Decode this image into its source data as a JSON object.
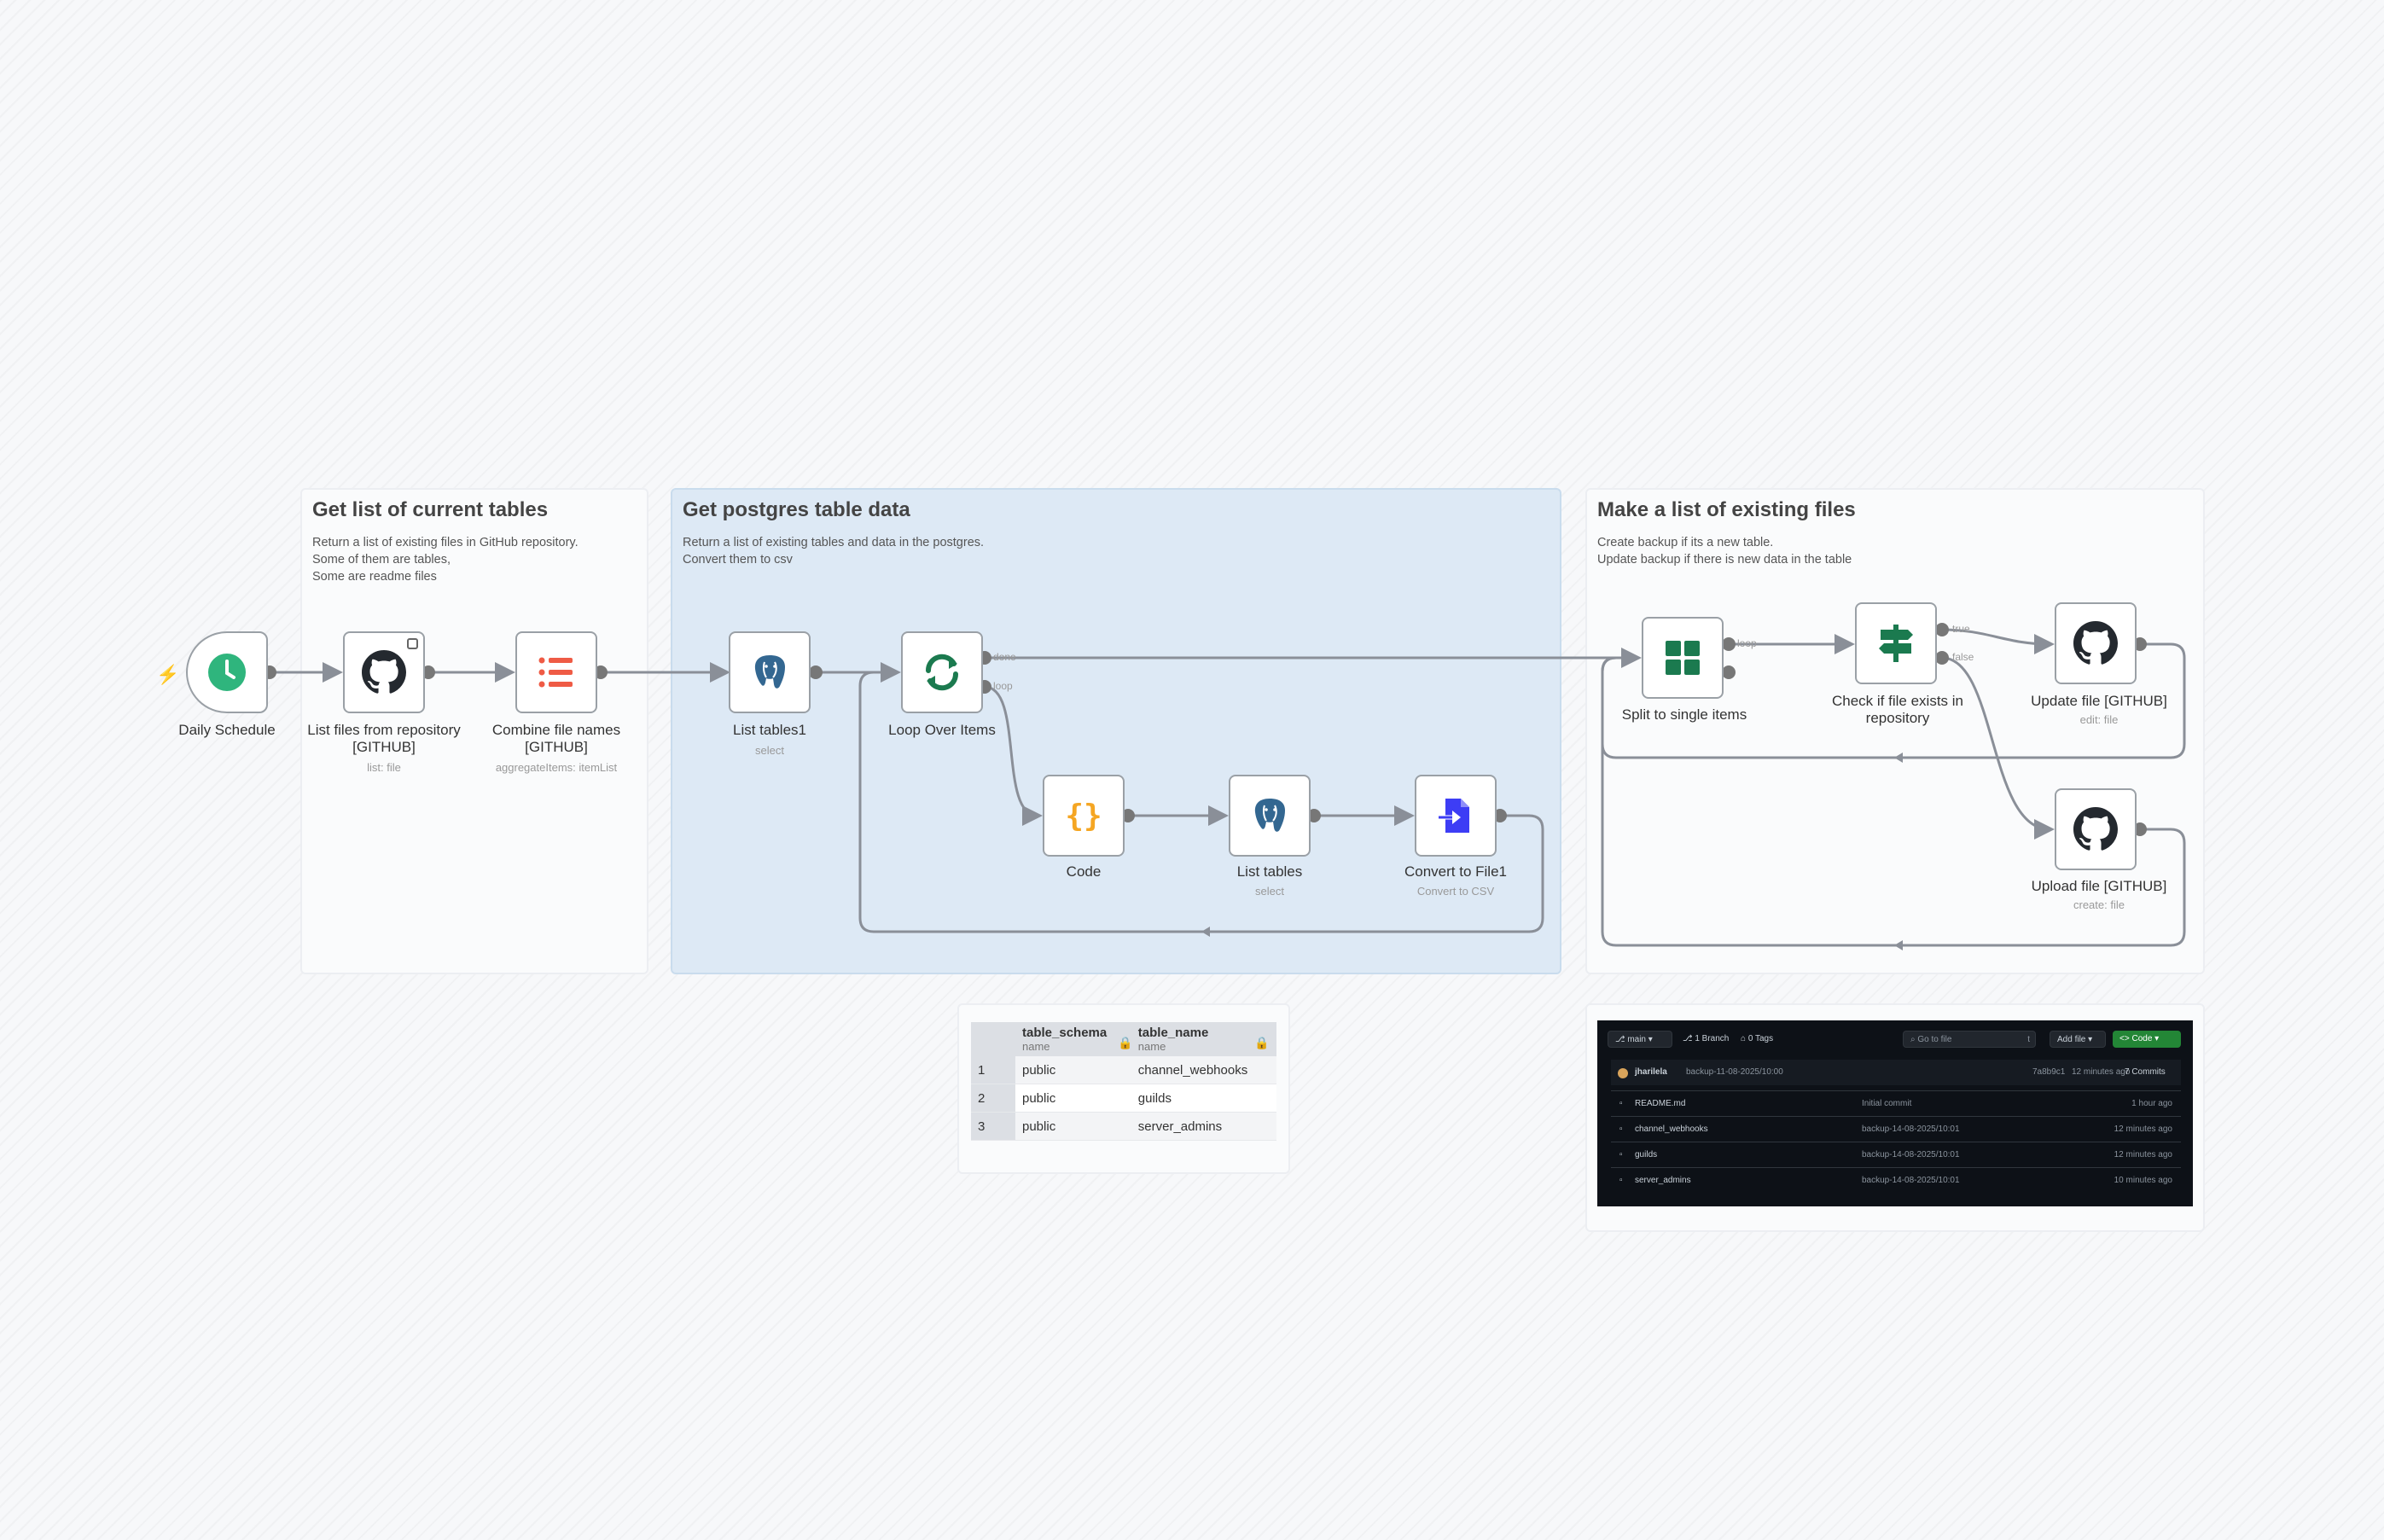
{
  "stickies": [
    {
      "title": "Get list of current tables",
      "text": "Return a list of existing files in GitHub repository.\nSome of them are tables,\nSome are readme files"
    },
    {
      "title": "Get postgres table data",
      "text": "Return a list of existing tables and data in the postgres.\nConvert them to csv"
    },
    {
      "title": "Make a list of existing files",
      "text": "Create backup if its a new table.\nUpdate backup if there is new data in the table"
    }
  ],
  "nodes": {
    "schedule": {
      "label": "Daily Schedule",
      "sub": ""
    },
    "list_files": {
      "label": "List files from repository [GITHUB]",
      "sub": "list: file"
    },
    "combine": {
      "label": "Combine file names [GITHUB]",
      "sub": "aggregateItems: itemList"
    },
    "list_tables1": {
      "label": "List tables1",
      "sub": "select"
    },
    "loop": {
      "label": "Loop Over Items",
      "sub": ""
    },
    "code": {
      "label": "Code",
      "sub": ""
    },
    "list_tables": {
      "label": "List tables",
      "sub": "select"
    },
    "convert": {
      "label": "Convert to File1",
      "sub": "Convert to CSV"
    },
    "split": {
      "label": "Split to single items",
      "sub": ""
    },
    "check": {
      "label": "Check if file exists in repository",
      "sub": ""
    },
    "update": {
      "label": "Update file [GITHUB]",
      "sub": "edit: file"
    },
    "upload": {
      "label": "Upload file [GITHUB]",
      "sub": "create: file"
    }
  },
  "edge_labels": {
    "done": "done",
    "loop": "loop",
    "loop2": "loop",
    "true": "true",
    "false": "false"
  },
  "table": {
    "headers": [
      {
        "name": "table_schema",
        "sub": "name"
      },
      {
        "name": "table_name",
        "sub": "name"
      }
    ],
    "rows": [
      [
        "1",
        "public",
        "channel_webhooks"
      ],
      [
        "2",
        "public",
        "guilds"
      ],
      [
        "3",
        "public",
        "server_admins"
      ]
    ]
  },
  "github": {
    "branch": "main",
    "branches": "1 Branch",
    "tags": "0 Tags",
    "search": "Go to file",
    "search_key": "t",
    "add_file": "Add file",
    "code": "Code",
    "commit_user": "jharilela",
    "commit_msg": "backup-11-08-2025/10:00",
    "commit_hash": "7a8b9c1",
    "commit_time": "12 minutes ago",
    "commits": "7 Commits",
    "files": [
      {
        "name": "README.md",
        "msg": "Initial commit",
        "time": "1 hour ago"
      },
      {
        "name": "channel_webhooks",
        "msg": "backup-14-08-2025/10:01",
        "time": "12 minutes ago"
      },
      {
        "name": "guilds",
        "msg": "backup-14-08-2025/10:01",
        "time": "12 minutes ago"
      },
      {
        "name": "server_admins",
        "msg": "backup-14-08-2025/10:01",
        "time": "10 minutes ago"
      }
    ]
  },
  "colors": {
    "trigger": "#2fb57d",
    "edge": "#8a8f98",
    "github": "#24292f",
    "list": "#ef5b45",
    "postgres": "#336791",
    "loop": "#1b7a4f",
    "code": "#f5a623",
    "convert": "#3d3df5",
    "split": "#1b7a4f",
    "check": "#1b7a4f",
    "gh_green": "#238636"
  }
}
